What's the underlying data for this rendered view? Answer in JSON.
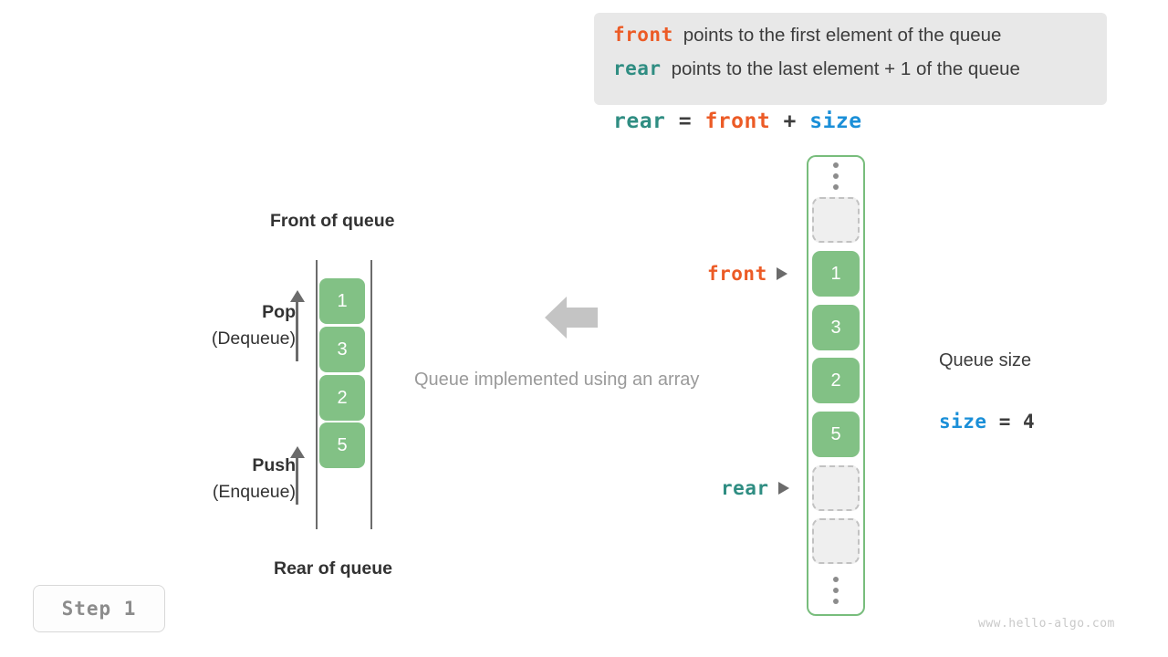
{
  "legend": {
    "lines": [
      {
        "keyword": "front",
        "keyword_color": "#ec5b26",
        "text": "points to the first element of the queue"
      },
      {
        "keyword": "rear",
        "keyword_color": "#2f8d82",
        "text": "points to the last element + 1 of the queue"
      }
    ]
  },
  "formula": {
    "lhs": "rear",
    "eq": " = ",
    "op1": "front",
    "plus": " + ",
    "op2": "size"
  },
  "left_queue": {
    "top_label": "Front of queue",
    "bottom_label": "Rear of queue",
    "cells": [
      "1",
      "3",
      "2",
      "5"
    ],
    "pop": {
      "title": "Pop",
      "sub": "(Dequeue)"
    },
    "push": {
      "title": "Push",
      "sub": "(Enqueue)"
    }
  },
  "center": {
    "caption": "Queue implemented using an array",
    "arrow_color": "#c4c4c4"
  },
  "array": {
    "slots": [
      {
        "type": "dots",
        "value": ""
      },
      {
        "type": "empty",
        "value": ""
      },
      {
        "type": "filled",
        "value": "1"
      },
      {
        "type": "filled",
        "value": "3"
      },
      {
        "type": "filled",
        "value": "2"
      },
      {
        "type": "filled",
        "value": "5"
      },
      {
        "type": "empty",
        "value": ""
      },
      {
        "type": "empty",
        "value": ""
      },
      {
        "type": "dots",
        "value": ""
      }
    ],
    "pointers": {
      "front": "front",
      "rear": "rear"
    },
    "border_color": "#78bd7c",
    "cell_color": "#82c185"
  },
  "size_info": {
    "title": "Queue size",
    "var": "size",
    "eq": " = ",
    "value": "4"
  },
  "step": {
    "label": "Step 1"
  },
  "watermark": {
    "text": "www.hello-algo.com"
  }
}
